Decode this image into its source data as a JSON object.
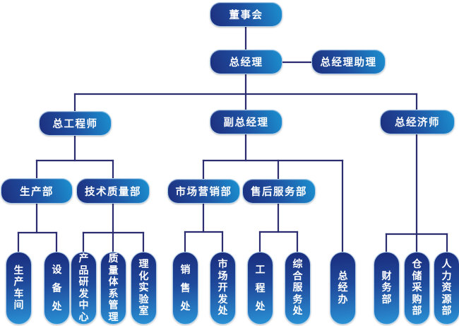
{
  "org": {
    "board": {
      "label": "董事会"
    },
    "general_manager": {
      "label": "总经理",
      "assistant": "总经理助理"
    },
    "executives": [
      {
        "label": "总工程师",
        "departments": [
          {
            "label": "生产部",
            "units": [
              "生产车间",
              "设备处"
            ]
          },
          {
            "label": "技术质量部",
            "units": [
              "产品研发中心",
              "质量体系管理",
              "理化实验室"
            ]
          }
        ]
      },
      {
        "label": "副总经理",
        "departments": [
          {
            "label": "市场营销部",
            "units": [
              "销售处",
              "市场开发处"
            ]
          },
          {
            "label": "售后服务部",
            "units": [
              "工程处",
              "综合服务处"
            ]
          }
        ],
        "direct_units": [
          "总经办"
        ]
      },
      {
        "label": "总经济师",
        "direct_units": [
          "财务部",
          "仓储采购部",
          "人力资源部"
        ]
      }
    ]
  },
  "colors": {
    "line": "#2b2d70",
    "box_dark": "#1d2f7e",
    "box_light": "#1b90d0",
    "text": "#ffffff"
  }
}
